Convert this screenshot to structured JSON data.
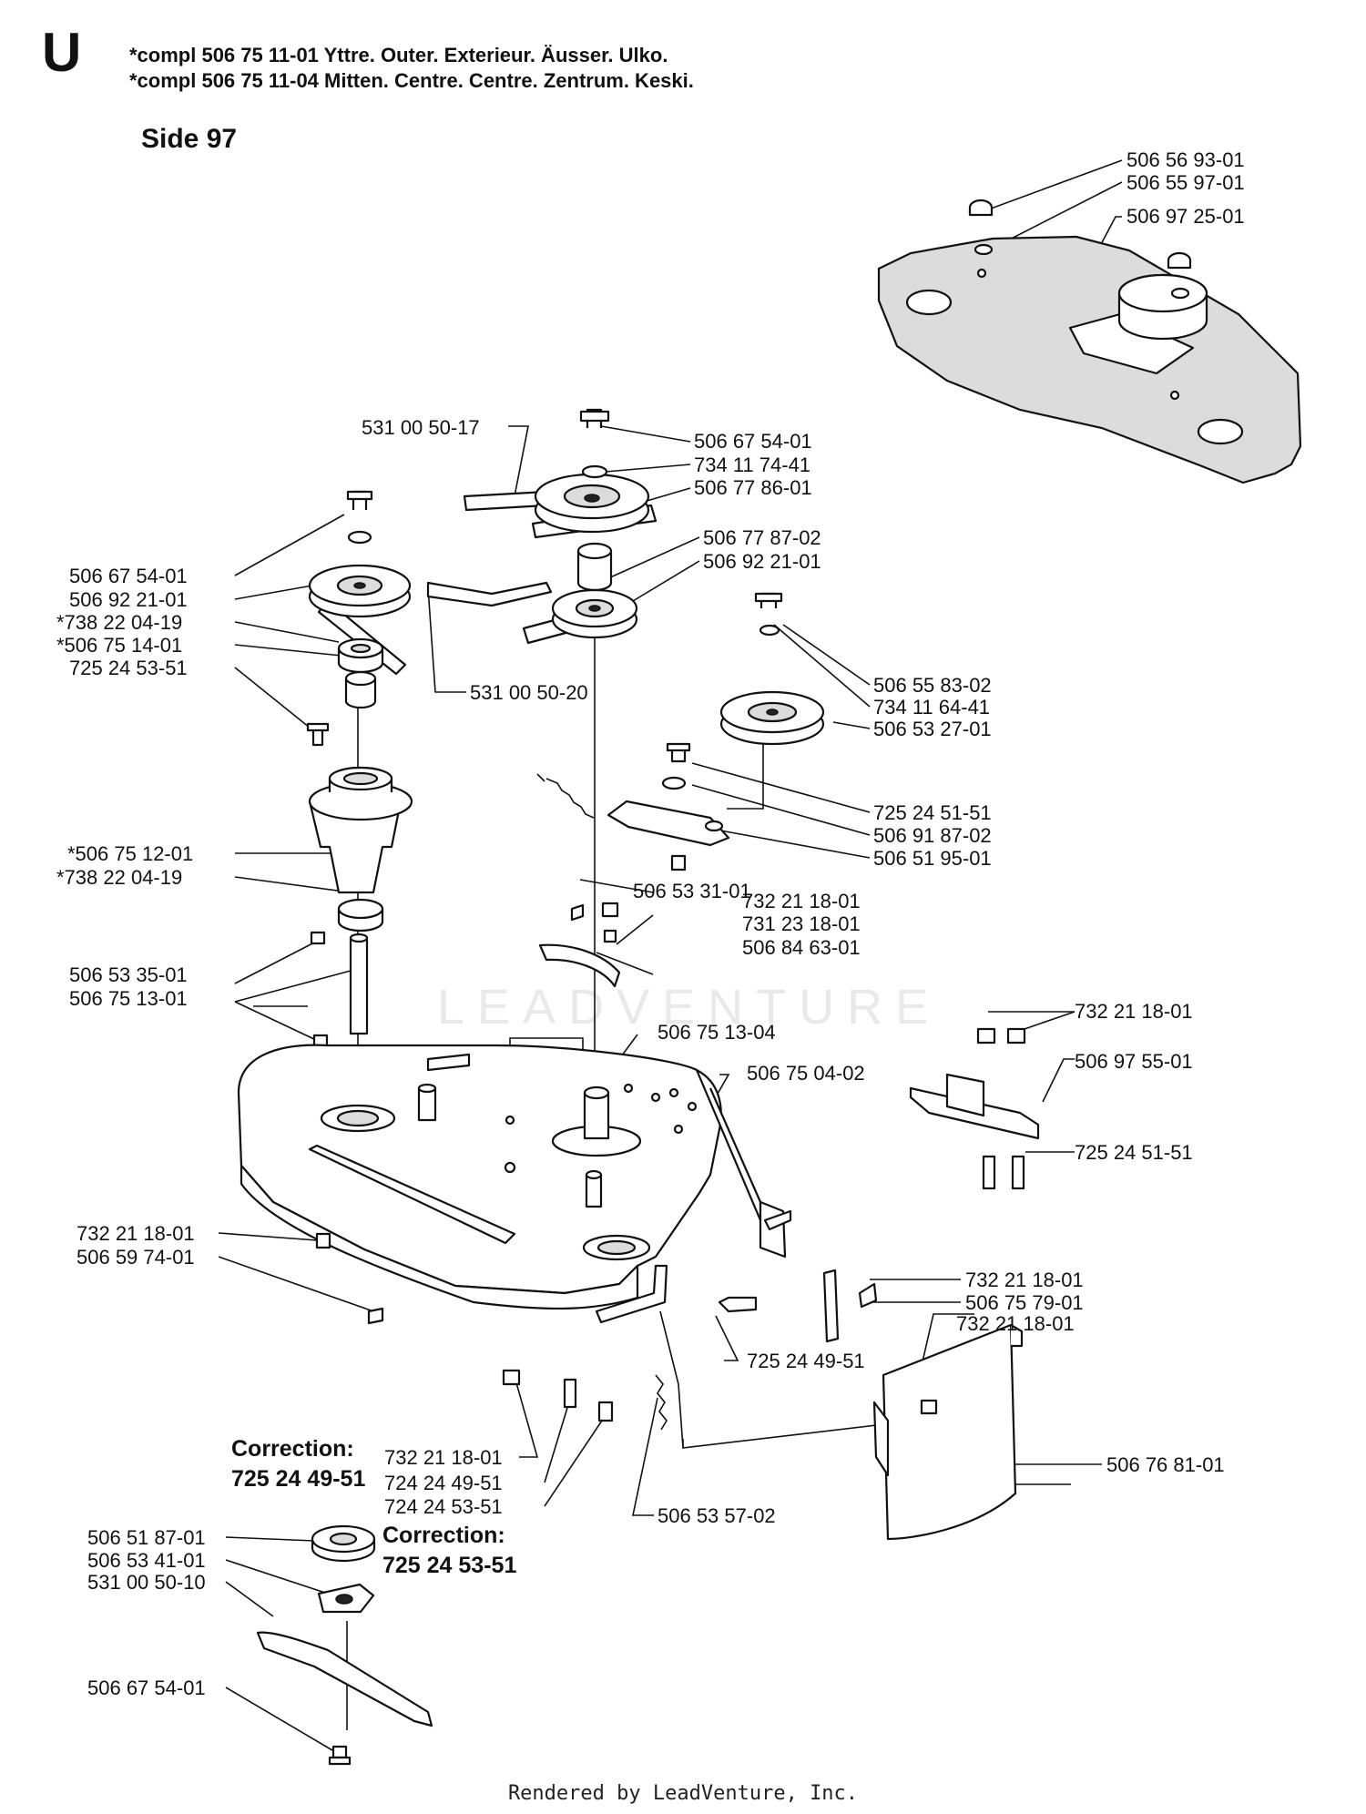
{
  "header": {
    "section_letter": "U",
    "compl_line_1": "*compl 506 75 11-01  Yttre. Outer. Exterieur. Äusser. Ulko.",
    "compl_line_2": "*compl 506 75 11-04  Mitten. Centre. Centre. Zentrum. Keski.",
    "side_title": "Side 97"
  },
  "parts": [
    {
      "id": "p01",
      "label": "506 56 93-01"
    },
    {
      "id": "p02",
      "label": "506 55 97-01"
    },
    {
      "id": "p03",
      "label": "506 97 25-01"
    },
    {
      "id": "p04",
      "label": "531 00 50-17"
    },
    {
      "id": "p05",
      "label": "506 67 54-01"
    },
    {
      "id": "p06",
      "label": "734 11 74-41"
    },
    {
      "id": "p07",
      "label": "506 77 86-01"
    },
    {
      "id": "p08",
      "label": "506 77 87-02"
    },
    {
      "id": "p09",
      "label": "506 92 21-01"
    },
    {
      "id": "p10",
      "label": "506 67 54-01"
    },
    {
      "id": "p11",
      "label": "506 92 21-01"
    },
    {
      "id": "p12",
      "label": "*738 22 04-19"
    },
    {
      "id": "p13",
      "label": "*506 75 14-01"
    },
    {
      "id": "p14",
      "label": "725 24 53-51"
    },
    {
      "id": "p15",
      "label": "531 00 50-20"
    },
    {
      "id": "p16",
      "label": "506 55 83-02"
    },
    {
      "id": "p17",
      "label": "734 11 64-41"
    },
    {
      "id": "p18",
      "label": "506 53 27-01"
    },
    {
      "id": "p19",
      "label": "725 24 51-51"
    },
    {
      "id": "p20",
      "label": "506 91 87-02"
    },
    {
      "id": "p21",
      "label": "506 51 95-01"
    },
    {
      "id": "p22",
      "label": "*506 75 12-01"
    },
    {
      "id": "p23",
      "label": "*738 22 04-19"
    },
    {
      "id": "p24",
      "label": "506 53 31-01"
    },
    {
      "id": "p25",
      "label": "732 21 18-01"
    },
    {
      "id": "p26",
      "label": "731 23 18-01"
    },
    {
      "id": "p27",
      "label": "506 84 63-01"
    },
    {
      "id": "p28",
      "label": "506 53 35-01"
    },
    {
      "id": "p29",
      "label": "506 75 13-01"
    },
    {
      "id": "p30",
      "label": "732 21 18-01"
    },
    {
      "id": "p31",
      "label": "506 75 13-04"
    },
    {
      "id": "p32",
      "label": "506 75 04-02"
    },
    {
      "id": "p33",
      "label": "506 97 55-01"
    },
    {
      "id": "p34",
      "label": "725 24 51-51"
    },
    {
      "id": "p35",
      "label": "732 21 18-01"
    },
    {
      "id": "p36",
      "label": "506 59 74-01"
    },
    {
      "id": "p37",
      "label": "732 21 18-01"
    },
    {
      "id": "p38",
      "label": "506 75 79-01"
    },
    {
      "id": "p39",
      "label": "732 21 18-01"
    },
    {
      "id": "p40",
      "label": "725 24 49-51"
    },
    {
      "id": "p41",
      "label": "506 76 81-01"
    },
    {
      "id": "p42",
      "label": "732 21 18-01"
    },
    {
      "id": "p43",
      "label": "724 24 49-51"
    },
    {
      "id": "p44",
      "label": "724 24 53-51"
    },
    {
      "id": "p45",
      "label": "506 53 57-02"
    },
    {
      "id": "p46",
      "label": "506 51 87-01"
    },
    {
      "id": "p47",
      "label": "506 53 41-01"
    },
    {
      "id": "p48",
      "label": "531 00 50-10"
    },
    {
      "id": "p49",
      "label": "506 67 54-01"
    }
  ],
  "corrections": [
    {
      "title": "Correction:",
      "value": "725 24 49-51"
    },
    {
      "title": "Correction:",
      "value": "725 24 53-51"
    }
  ],
  "watermark": "LEADVENTURE",
  "footer": "Rendered by LeadVenture, Inc."
}
